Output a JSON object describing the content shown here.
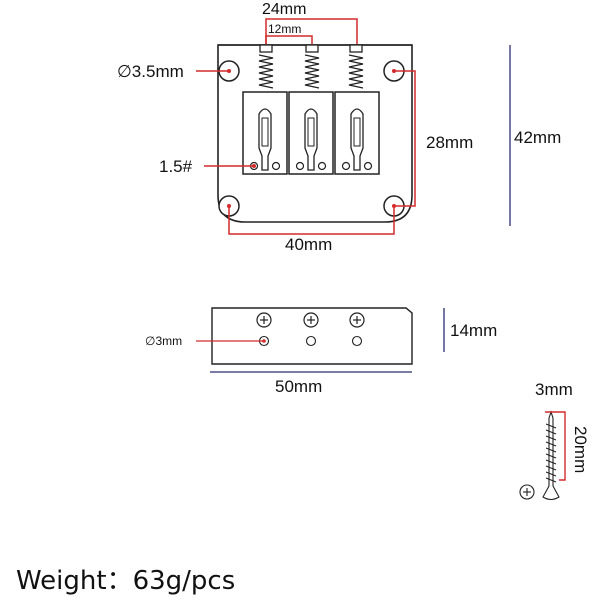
{
  "labels": {
    "width_24": "24mm",
    "width_12": "12mm",
    "hole_dia_35": "∅3.5mm",
    "saddle_screw": "1.5#",
    "height_28": "28mm",
    "height_42": "42mm",
    "width_40": "40mm",
    "hole_dia_3": "∅3mm",
    "height_14": "14mm",
    "width_50": "50mm",
    "screw_dia_3": "3mm",
    "screw_len_20": "20mm"
  },
  "weight": {
    "label": "Weight：63g/pcs"
  },
  "colors": {
    "dimension": "#d42a2a",
    "axis": "#2b2f73",
    "outline": "#222222"
  }
}
